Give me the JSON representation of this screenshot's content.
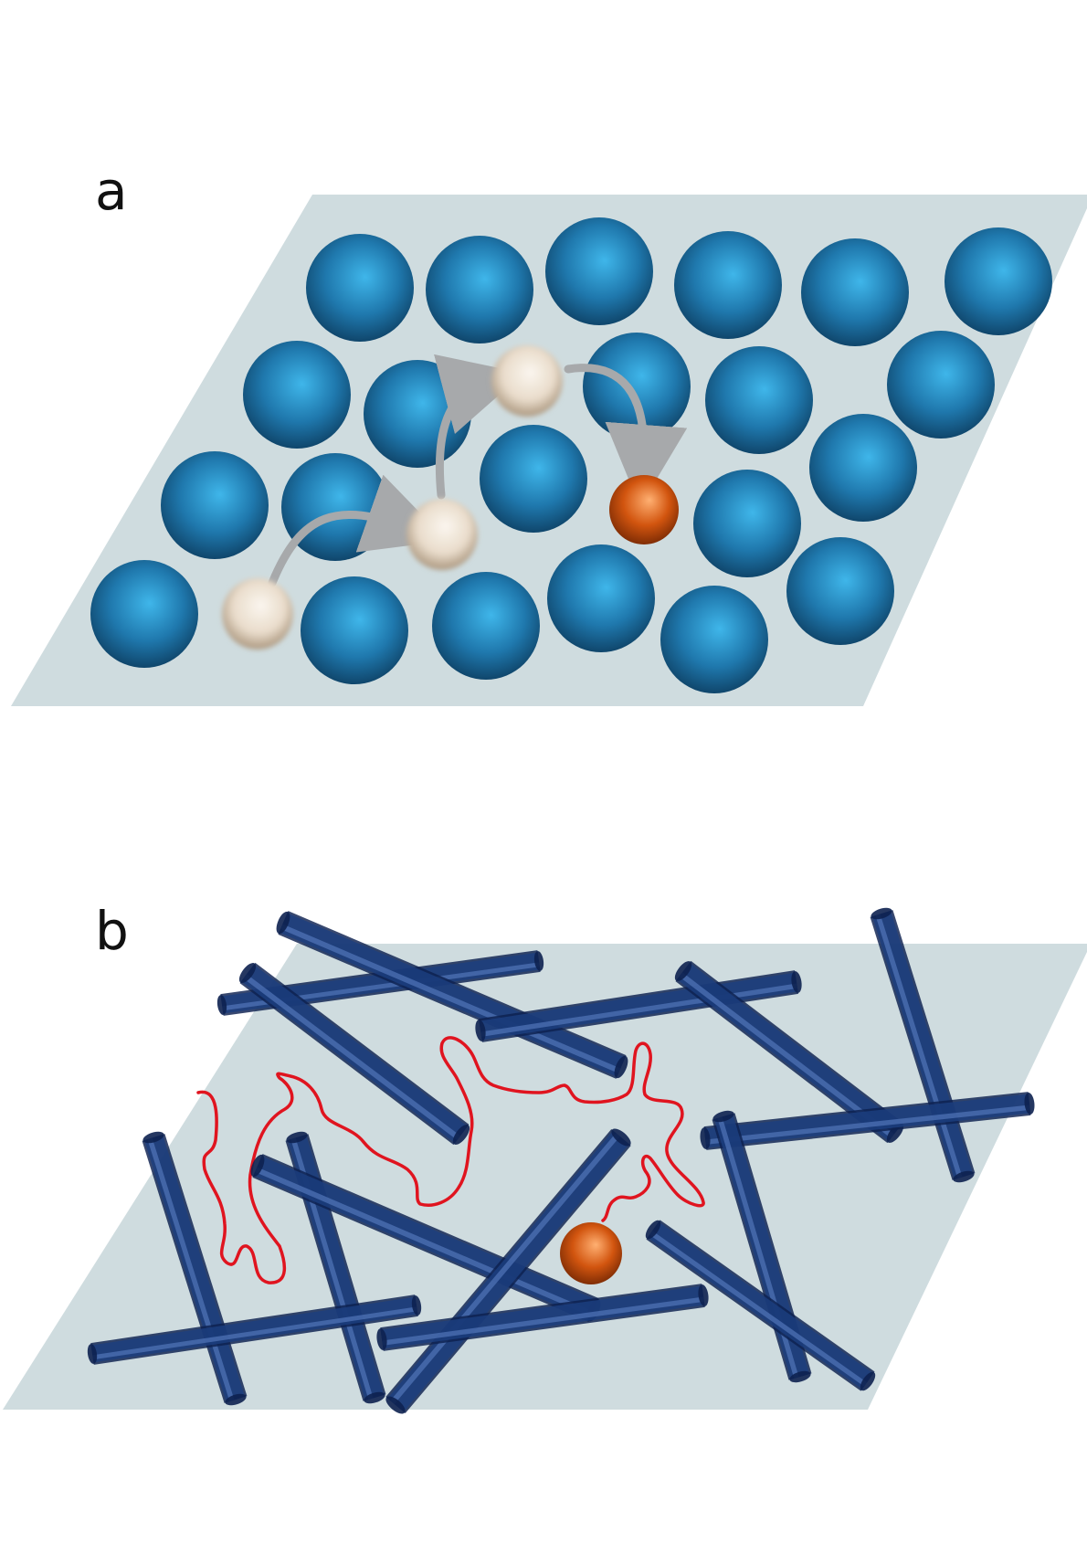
{
  "panels": [
    {
      "id": "a",
      "label": "a"
    },
    {
      "id": "b",
      "label": "b"
    }
  ],
  "colors": {
    "plane": "#cfdcdf",
    "lattice_atom": "#1f78ad",
    "lattice_atom_highlight": "#3fb6ea",
    "lattice_atom_dark": "#0d3e61",
    "hopping_particle": "#e9dccb",
    "final_particle": "#d2550f",
    "hop_arrow": "#a7a9ab",
    "rod": "#1c3f80",
    "rod_dark": "#0d2150",
    "rod_highlight": "#5a7fc4",
    "polymer_chain": "#e0141f"
  },
  "icons": [
    "hop-arrow-icon"
  ]
}
